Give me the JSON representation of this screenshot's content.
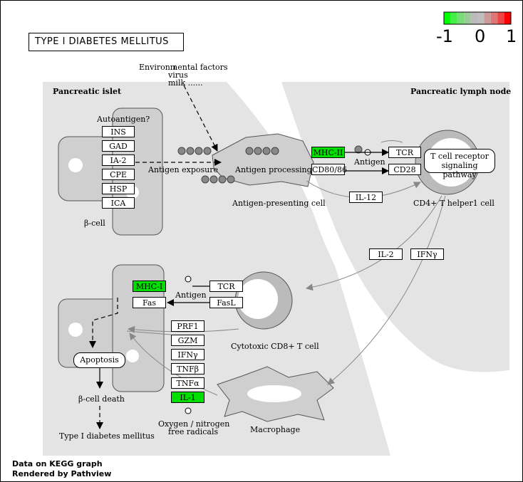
{
  "title": "TYPE I DIABETES MELLITUS",
  "legend": {
    "min_label": "-1",
    "mid_label": "0",
    "max_label": "1",
    "colors": [
      "#00ff00",
      "#44ee44",
      "#77dd77",
      "#aadd aa",
      "#bbbbbb",
      "#bebebe",
      "#cc9999",
      "#dd7777",
      "#ee4444",
      "#ff0000"
    ]
  },
  "regions": {
    "pancreatic_islet": "Pancreatic islet",
    "pancreatic_lymph_node": "Pancreatic lymph node"
  },
  "environment": {
    "line1": "Environmental factors",
    "line2": "virus",
    "line3": "milk ......"
  },
  "autoantigen_label": "Autoantigen?",
  "autoantigens": [
    "INS",
    "GAD",
    "IA-2",
    "CPE",
    "HSP",
    "ICA"
  ],
  "beta_cell_label": "β-cell",
  "antigen_exposure": "Antigen exposure",
  "antigen_processing": "Antigen processing",
  "apc_label": "Antigen-presenting cell",
  "apc_genes": {
    "mhc2": "MHC-II",
    "cd80": "CD80/86"
  },
  "antigen_label": "Antigen",
  "th_genes": {
    "tcr": "TCR",
    "cd28": "CD28"
  },
  "tcr_pathway": {
    "line1": "T cell receptor",
    "line2": "signaling pathway"
  },
  "il12": "IL-12",
  "th_label": "CD4+ T helper1 cell",
  "cytokines": {
    "il2": "IL-2",
    "ifng": "IFNγ"
  },
  "ctl_section": {
    "mhc1": "MHC-I",
    "antigen": "Antigen",
    "fas": "Fas",
    "tcr": "TCR",
    "fasl": "FasL",
    "ctl_label": "Cytotoxic CD8+ T cell"
  },
  "effectors": [
    "PRF1",
    "GZM",
    "IFNγ",
    "TNFβ",
    "TNFα",
    "IL-1"
  ],
  "apoptosis": "Apoptosis",
  "beta_cell_death": "β-cell death",
  "outcome": "Type I diabetes mellitus",
  "oxygen": {
    "line1": "Oxygen / nitrogen",
    "line2": "free radicals"
  },
  "macrophage": "Macrophage",
  "footer": {
    "line1": "Data on KEGG graph",
    "line2": "Rendered by Pathview"
  }
}
